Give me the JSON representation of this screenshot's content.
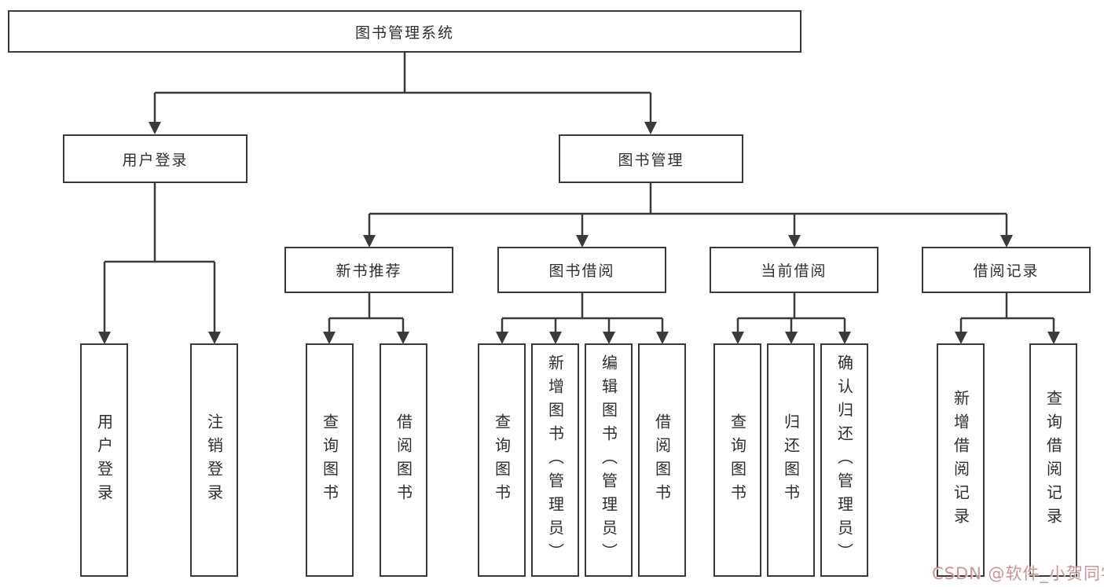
{
  "tree": {
    "root": {
      "label": "图书管理系统"
    },
    "level2": [
      {
        "id": "user-login",
        "label": "用户登录"
      },
      {
        "id": "book-management",
        "label": "图书管理"
      }
    ],
    "level3": [
      {
        "id": "new-book-recommend",
        "label": "新书推荐"
      },
      {
        "id": "book-borrow",
        "label": "图书借阅"
      },
      {
        "id": "current-borrow",
        "label": "当前借阅"
      },
      {
        "id": "borrow-records",
        "label": "借阅记录"
      }
    ],
    "leaves": {
      "user_login": [
        {
          "label": "用户登录"
        },
        {
          "label": "注销登录"
        }
      ],
      "new_book_recommend": [
        {
          "label": "查询图书"
        },
        {
          "label": "借阅图书"
        }
      ],
      "book_borrow": [
        {
          "label": "查询图书"
        },
        {
          "label": "新增图书（管理员）"
        },
        {
          "label": "编辑图书（管理员）"
        },
        {
          "label": "借阅图书"
        }
      ],
      "current_borrow": [
        {
          "label": "查询图书"
        },
        {
          "label": "归还图书"
        },
        {
          "label": "确认归还（管理员）"
        }
      ],
      "borrow_records": [
        {
          "label": "新增借阅记录"
        },
        {
          "label": "查询借阅记录"
        }
      ]
    }
  },
  "watermark": {
    "text": "CSDN @软件_小贺同学",
    "color": "#c68080"
  },
  "style": {
    "line_color": "#3a3a3a",
    "box_border": "#3a3a3a",
    "box_background": "#ffffff",
    "text_color": "#2e2e2e"
  }
}
